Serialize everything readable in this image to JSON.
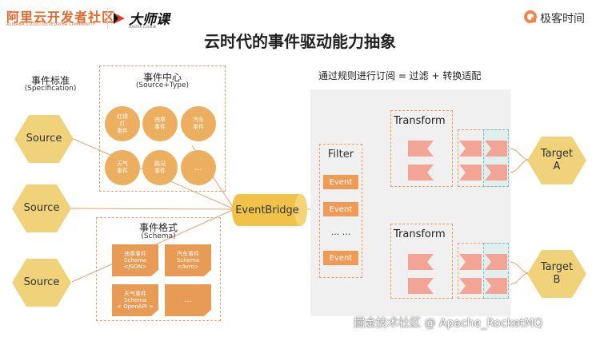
{
  "header": {
    "brand_main": "阿里云开发者社区",
    "brand_sub": "ALIBABA CLOUD DEVELOPER COMMUNITY",
    "dashike_text": "大师课",
    "dashike_sub": "MASTER COURSE",
    "geek_text": "极客时间"
  },
  "title": "云时代的事件驱动能力抽象",
  "left": {
    "spec_title": "事件标准",
    "spec_sub": "(Specification)",
    "sources": [
      "Source",
      "Source",
      "Source"
    ]
  },
  "event_center": {
    "title": "事件中心",
    "sub": "(Source+Type)",
    "circles": [
      "红绿\n灯\n事件",
      "违章\n事件",
      "汽车\n事件",
      "天气\n事件",
      "路况\n事件",
      "..."
    ]
  },
  "schema": {
    "title": "事件格式",
    "sub": "(Schema)",
    "notes": [
      "违章事件\nSchema\n<JSON>",
      "汽车事件\nSchema\n<Avro>",
      "天气事件\nSchema\n< OpenAPI >",
      "..."
    ]
  },
  "eventbridge": "EventBridge",
  "subscription_title": "通过规则进行订阅 = 过滤 + 转换适配",
  "filter": {
    "title": "Filter",
    "events": [
      "Event",
      "Event",
      "Event"
    ],
    "ellipsis": "... ..."
  },
  "transforms": [
    "Transform",
    "Transform"
  ],
  "targets": [
    "Target\nA",
    "Target\nB"
  ],
  "footer": "掘金技术社区 @ Apache_RocketMQ",
  "colors": {
    "hexagon": "#f0d27a",
    "event_circle": "#ecae5f",
    "orange": "#ef9a55",
    "salmon": "#f2a594",
    "eventbridge": "#f0c248",
    "teal": "#7bbfc0"
  },
  "icons": [
    "alibaba-cloud-logo",
    "dashike-logo",
    "geektime-logo"
  ]
}
